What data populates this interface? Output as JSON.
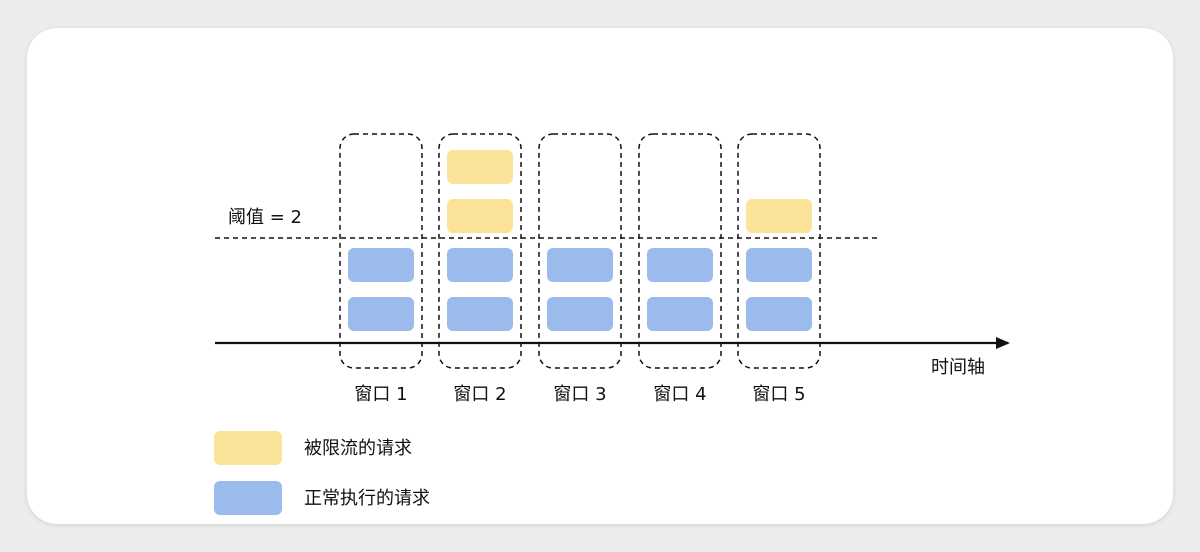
{
  "threshold": {
    "label": "阈值 = 2",
    "value": 2
  },
  "axis": {
    "label": "时间轴"
  },
  "windows": [
    {
      "label": "窗口 1",
      "normal_requests": 2,
      "limited_requests": 0
    },
    {
      "label": "窗口 2",
      "normal_requests": 2,
      "limited_requests": 2
    },
    {
      "label": "窗口 3",
      "normal_requests": 2,
      "limited_requests": 0
    },
    {
      "label": "窗口 4",
      "normal_requests": 2,
      "limited_requests": 0
    },
    {
      "label": "窗口 5",
      "normal_requests": 2,
      "limited_requests": 1
    }
  ],
  "legend": [
    {
      "key": "limited",
      "label": "被限流的请求",
      "color": "#fbe39a"
    },
    {
      "key": "normal",
      "label": "正常执行的请求",
      "color": "#9bbbec"
    }
  ],
  "colors": {
    "limited": "#fbe39a",
    "normal": "#9bbbec",
    "line": "#111111",
    "card": "#ffffff"
  }
}
